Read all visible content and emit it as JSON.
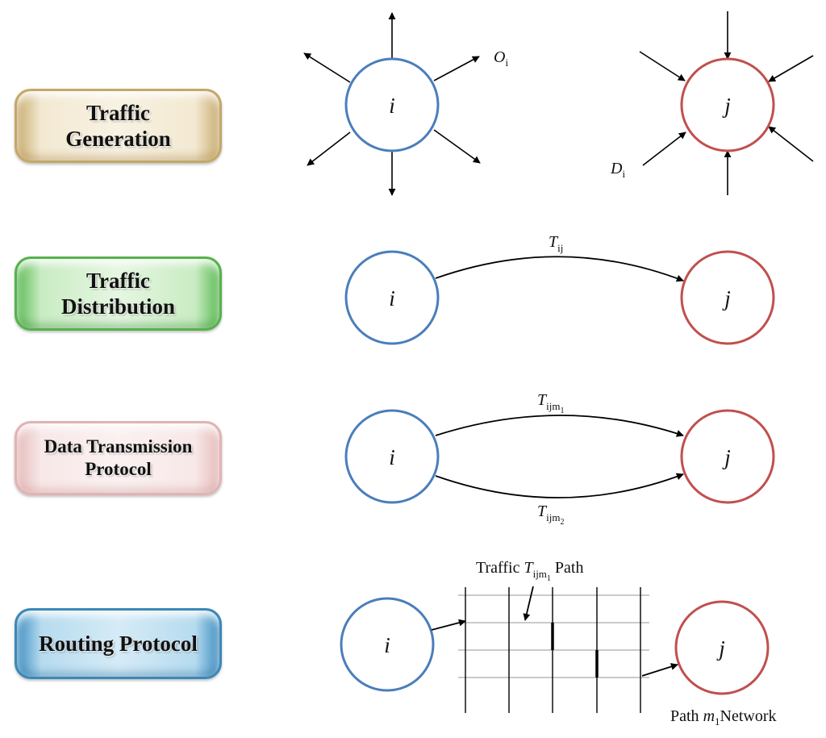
{
  "stages": {
    "generation": {
      "line1": "Traffic",
      "line2": "Generation"
    },
    "distribution": {
      "line1": "Traffic",
      "line2": "Distribution"
    },
    "transmission": {
      "line1": "Data Transmission",
      "line2": "Protocol"
    },
    "routing": {
      "line1": "Routing Protocol"
    }
  },
  "nodes": {
    "origin": "i",
    "destination": "j"
  },
  "labels": {
    "origin_flow": {
      "symbol": "O",
      "sub": "i"
    },
    "destination_flow": {
      "symbol": "D",
      "sub": "i"
    },
    "trip": {
      "symbol": "T",
      "sub": "ij"
    },
    "trip_m1": {
      "symbol": "T",
      "sub": "ijm",
      "subsub": "1"
    },
    "trip_m2": {
      "symbol": "T",
      "sub": "ijm",
      "subsub": "2"
    },
    "route_caption": {
      "prefix": "Traffic ",
      "symbol": "T",
      "sub": "ijm",
      "subsub": "1",
      "suffix": " Path"
    },
    "network_caption": {
      "prefix": "Path ",
      "symbol": "m",
      "sub": "1",
      "suffix": "Network"
    }
  },
  "colors": {
    "origin": "#4a7ebb",
    "destination": "#c0504d",
    "line": "#000000",
    "grid": "#aaaaaa"
  }
}
